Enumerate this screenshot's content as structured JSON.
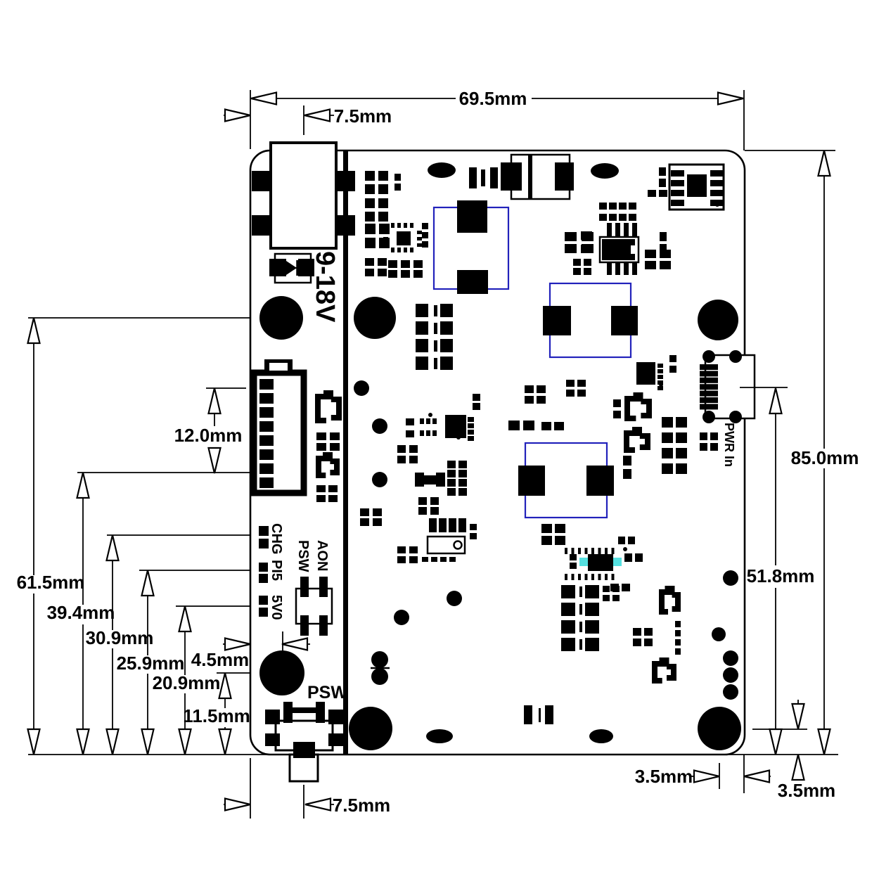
{
  "drawing": {
    "kind": "PCB mechanical dimension drawing",
    "board_width": "69.5mm",
    "board_height": "85.0mm"
  },
  "dims": {
    "board_width": "69.5mm",
    "jack_offset": "7.5mm",
    "board_height": "85.0mm",
    "pwr_in_offset": "51.8mm",
    "holes_top_offset": "61.5mm",
    "conn_offset": "39.4mm",
    "chg_offset": "30.9mm",
    "pi5_offset": "25.9mm",
    "v50_offset": "20.9mm",
    "hole_bl_y": "11.5mm",
    "hole_bl_x": "4.5mm",
    "conn_span": "12.0mm",
    "hole_br_x": "3.5mm",
    "hole_br_y": "3.5mm",
    "psw_offset": "7.5mm"
  },
  "labels": {
    "input_voltage": "9-18V",
    "chg": "CHG",
    "pi5": "PI5",
    "v50": "5V0",
    "aon": "AON",
    "psw_slide": "PSW",
    "psw_button": "PSW",
    "pwr_in": "PWR In"
  },
  "colors": {
    "line": "#000000",
    "transformer_outline": "#2222bb",
    "ic_highlight": "#55e0e0"
  }
}
